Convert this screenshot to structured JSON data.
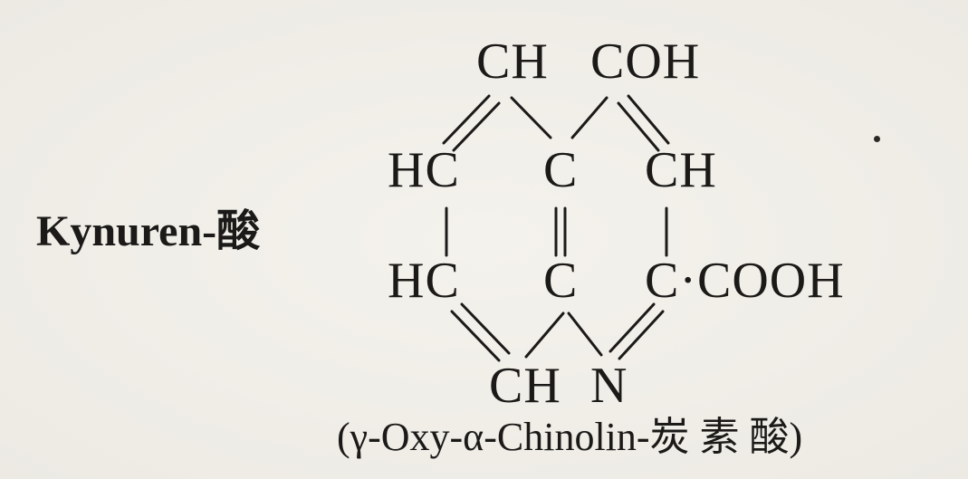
{
  "compound": {
    "name": "Kynuren-酸",
    "caption": "(γ-Oxy-α-Chinolin-炭 素 酸)"
  },
  "atoms": {
    "top_left": "CH",
    "top_right": "COH",
    "mid_left_upper": "HC",
    "mid_center_upper": "C",
    "mid_right_upper": "CH",
    "mid_left_lower": "HC",
    "mid_center_lower": "C",
    "mid_right_lower": "C·COOH",
    "bottom_left": "CH",
    "bottom_right": "N"
  }
}
